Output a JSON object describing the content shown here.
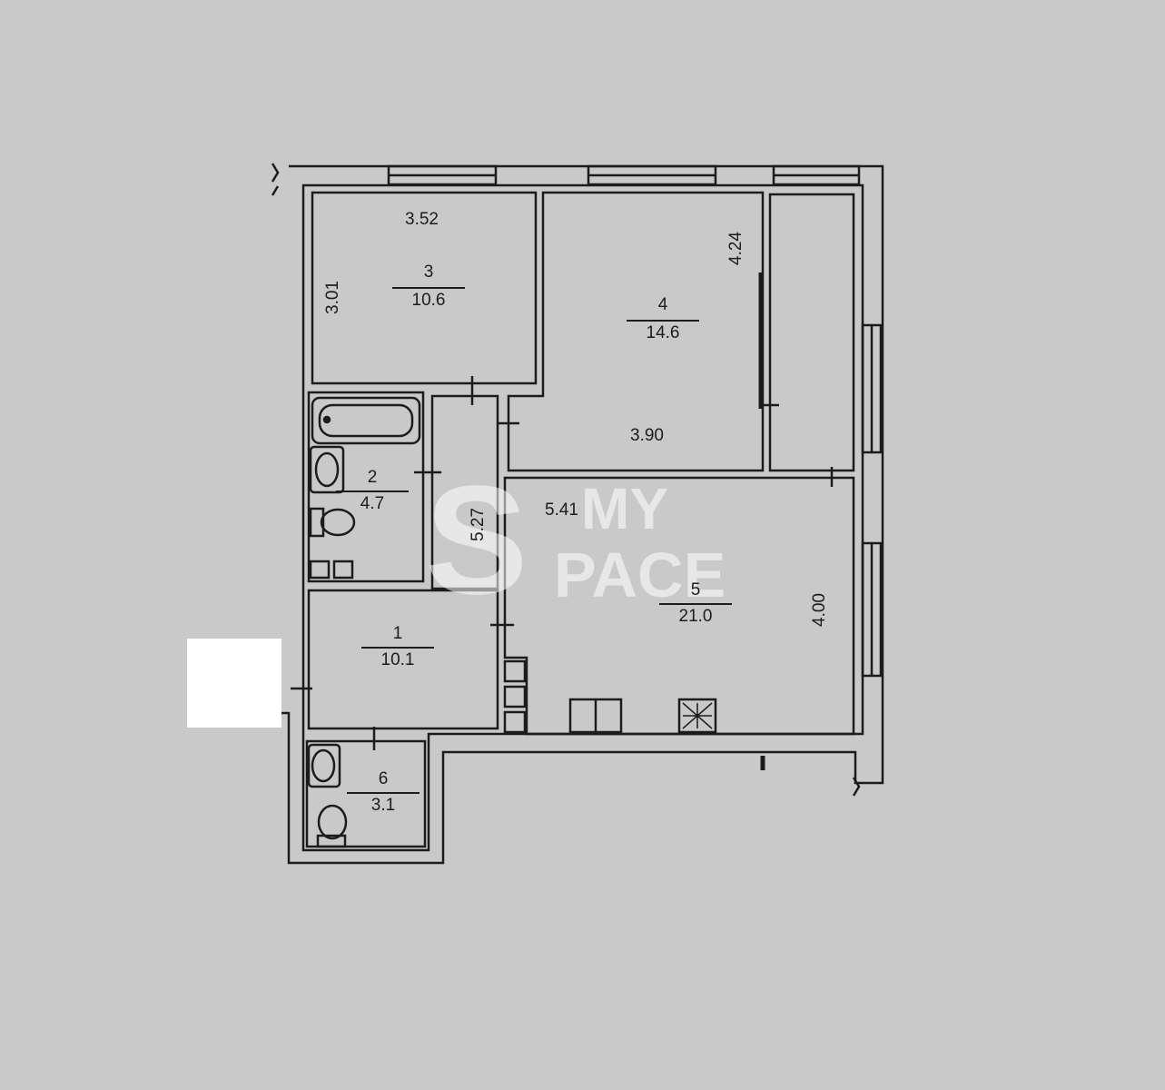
{
  "rooms": [
    {
      "number": "1",
      "area": "10.1"
    },
    {
      "number": "2",
      "area": "4.7"
    },
    {
      "number": "3",
      "area": "10.6"
    },
    {
      "number": "4",
      "area": "14.6"
    },
    {
      "number": "5",
      "area": "21.0"
    },
    {
      "number": "6",
      "area": "3.1"
    }
  ],
  "dimensions": {
    "room3_width": "3.52",
    "room3_depth": "3.01",
    "room4_side": "4.24",
    "room4_width": "3.90",
    "corridor_length": "5.27",
    "room5_width": "5.41",
    "room5_depth": "4.00"
  },
  "watermark": {
    "logo_letter": "S",
    "line1": "MY",
    "line2": "PACE"
  },
  "colors": {
    "background": "#c9c9c9",
    "lines": "#1c1c1c",
    "watermark": "#ffffff"
  }
}
